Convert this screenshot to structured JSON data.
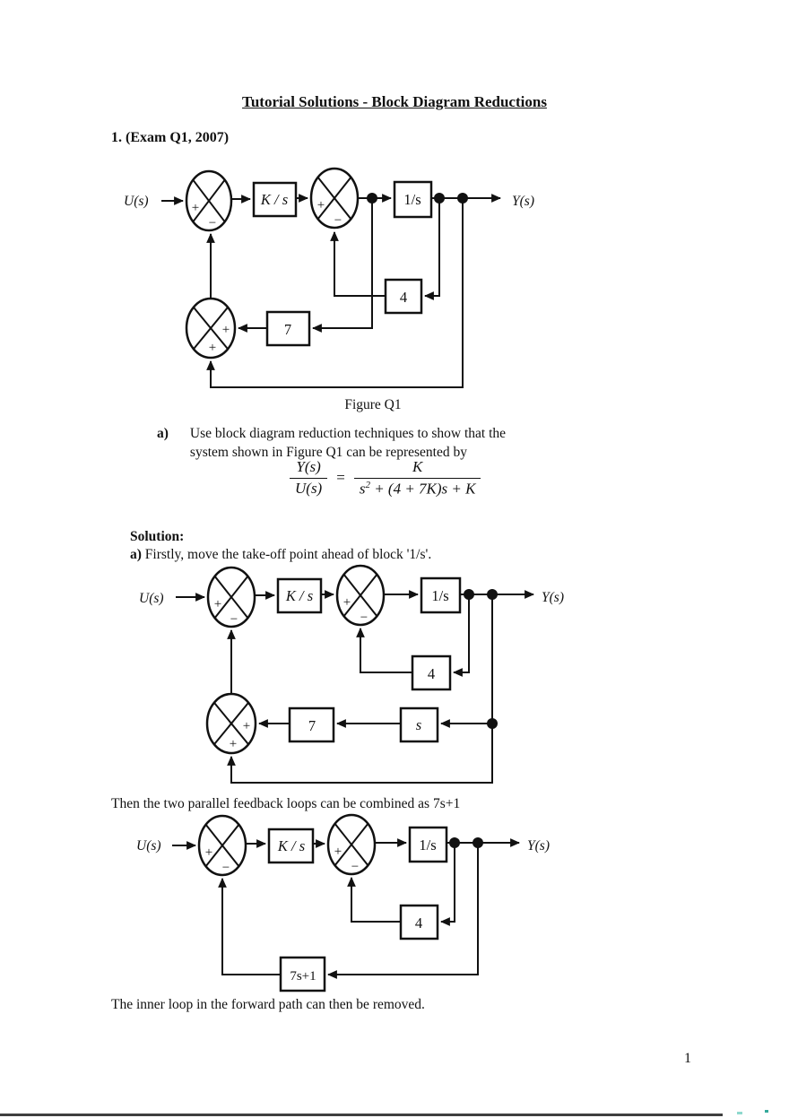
{
  "document": {
    "title": "Tutorial Solutions - Block Diagram Reductions",
    "section_heading": "1. (Exam Q1, 2007)",
    "page_number": "1"
  },
  "symbols": {
    "plus": "+",
    "minus": "−"
  },
  "labels": {
    "input": "U(s)",
    "output": "Y(s)",
    "gain_block": "K / s",
    "integrator_block": "1/s",
    "feedback_4": "4",
    "feedback_7": "7",
    "block_s": "s",
    "feedback_7s1": "7s+1"
  },
  "figure1": {
    "caption": "Figure Q1"
  },
  "question_a": {
    "item_label": "a)",
    "line1": "Use block diagram reduction techniques to show that the",
    "line2": "system shown in Figure Q1 can be represented by",
    "equation": {
      "lhs_numerator": "Y(s)",
      "lhs_denominator": "U(s)",
      "equals": "=",
      "rhs_numerator": "K",
      "rhs_den_s": "s",
      "rhs_den_exponent": "2",
      "rhs_den_rest": " + (4 + 7K)s + K"
    }
  },
  "solution": {
    "heading": "Solution:",
    "step_a_label": "a)",
    "step_a_text": " Firstly, move the take-off point ahead of block '1/s'.",
    "combine_text": "Then the two parallel feedback loops can be combined as 7s+1",
    "remove_text": "The inner loop in the forward path can then be removed."
  }
}
